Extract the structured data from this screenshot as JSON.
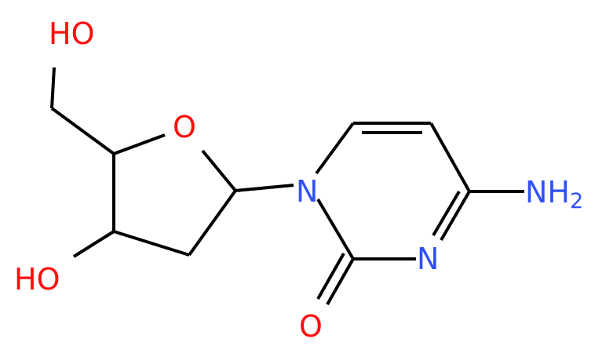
{
  "atoms": {
    "oh_top": "HO",
    "o_ring": "O",
    "oh_left": "HO",
    "n1": "N",
    "n3": "N",
    "nh2_main": "NH",
    "nh2_sub": "2",
    "o_carbonyl": "O"
  },
  "colors": {
    "oxygen": "#ff0d0d",
    "nitrogen": "#3050f8",
    "bond": "#000000"
  }
}
